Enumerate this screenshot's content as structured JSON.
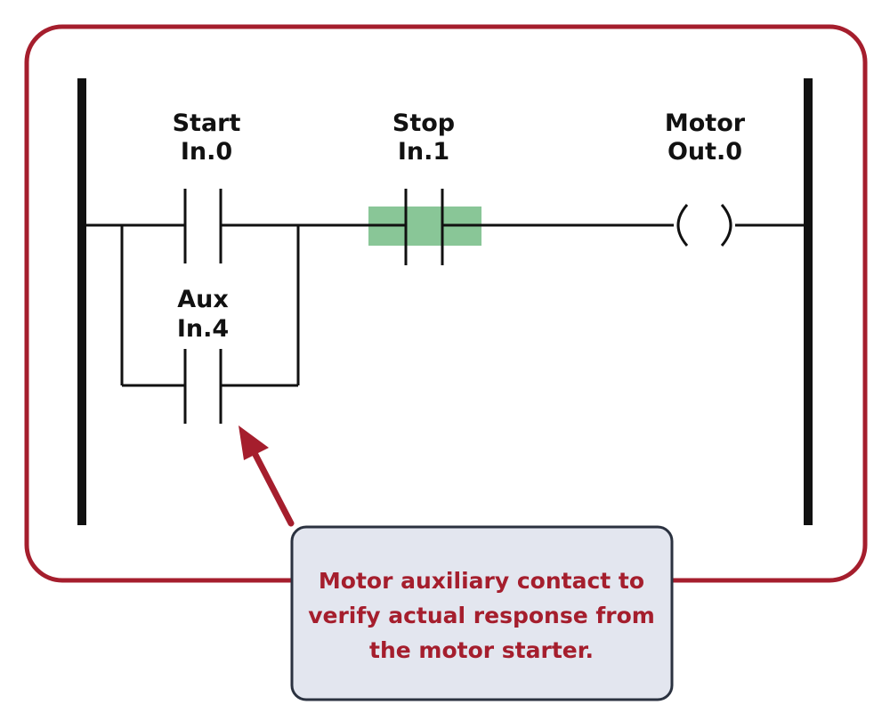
{
  "colors": {
    "frame": "#a51e2d",
    "wire": "#111111",
    "highlight": "#7cc08c",
    "callout_bg": "#e3e6ef",
    "callout_border": "#2b3240",
    "callout_text": "#a51e2d",
    "arrow": "#a51e2d"
  },
  "contacts": {
    "start": {
      "name": "Start",
      "address": "In.0"
    },
    "stop": {
      "name": "Stop",
      "address": "In.1"
    },
    "aux": {
      "name": "Aux",
      "address": "In.4"
    }
  },
  "coil": {
    "name": "Motor",
    "address": "Out.0"
  },
  "callout": {
    "lines": [
      "Motor auxiliary contact to",
      "verify actual response from",
      "the motor starter."
    ]
  }
}
